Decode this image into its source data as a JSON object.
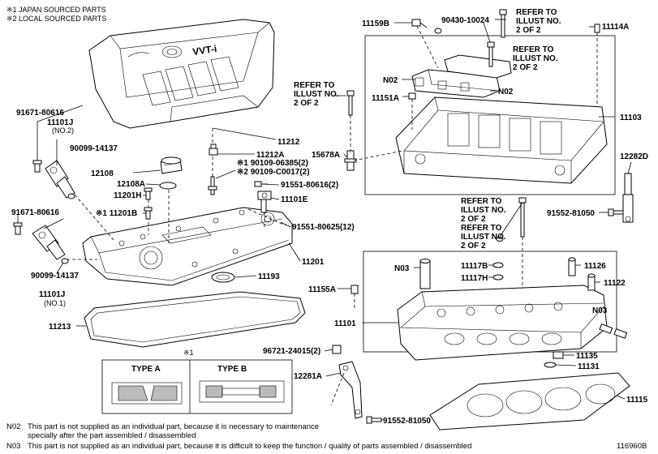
{
  "notes_top": [
    "※1  JAPAN SOURCED PARTS",
    "※2  LOCAL SOURCED PARTS"
  ],
  "cover_logo": "VVT-i",
  "labels": {
    "p91671_a": "91671-80616",
    "p11101J_2": "11101J",
    "p11101J_2_sub": "(NO.2)",
    "p90099_a": "90099-14137",
    "p12108": "12108",
    "p12108A": "12108A",
    "p11201H": "11201H",
    "p11201B": "※1 11201B",
    "p91671_b": "91671-80616",
    "p90099_b": "90099-14137",
    "p11101J_1": "11101J",
    "p11101J_1_sub": "(NO.1)",
    "p11213": "11213",
    "p11212A": "11212A",
    "p11212": "11212",
    "p90109_1": "※1 90109-06385(2)",
    "p90109_2": "※2 90109-C0017(2)",
    "p91551_1": "91551-80616(2)",
    "p11101E": "11101E",
    "p91551_2": "91551-80625(12)",
    "p11201": "11201",
    "p11193": "11193",
    "p11159B": "11159B",
    "p90430": "90430-10024",
    "p11114A": "11114A",
    "pN02a": "N02",
    "pN02b": "N02",
    "p11151A": "11151A",
    "p15678A": "15678A",
    "p11103": "11103",
    "p12282D": "12282D",
    "p91552_a": "91552-81050",
    "pN03a": "N03",
    "p11117B": "11117B",
    "p11117H": "11117H",
    "p11126": "11126",
    "p11122": "11122",
    "p11155A": "11155A",
    "pN03b": "N03",
    "p11101": "11101",
    "p96721": "96721-24015(2)",
    "p11135": "11135",
    "p11131": "11131",
    "p12281A": "12281A",
    "p11115": "11115",
    "p91552_b": "91552-81050",
    "refer1": [
      "REFER TO",
      "ILLUST NO.",
      "2 OF 2"
    ],
    "refer2": [
      "REFER TO",
      "ILLUST NO.",
      "2 OF 2"
    ],
    "refer3": [
      "REFER TO",
      "ILLUST NO.",
      "2 OF 2"
    ],
    "refer4": [
      "REFER TO",
      "ILLUST NO.",
      "2 OF 2"
    ],
    "refer5": [
      "REFER TO",
      "ILLUST NO.",
      "2 OF 2"
    ]
  },
  "type_box": {
    "mark": "※1",
    "type_a": "TYPE A",
    "type_b": "TYPE B"
  },
  "footnotes": {
    "n02_code": "N02",
    "n02_line1": "This part is not supplied as an individual part, because it is necessary to maintenance",
    "n02_line2": "specially after the part assembled / disassembled",
    "n03_code": "N03",
    "n03_line1": "This part is not supplied as an individual part, because it is difficult to keep the function / quality of parts  assembled / disassembled"
  },
  "figure_id": "116960B"
}
